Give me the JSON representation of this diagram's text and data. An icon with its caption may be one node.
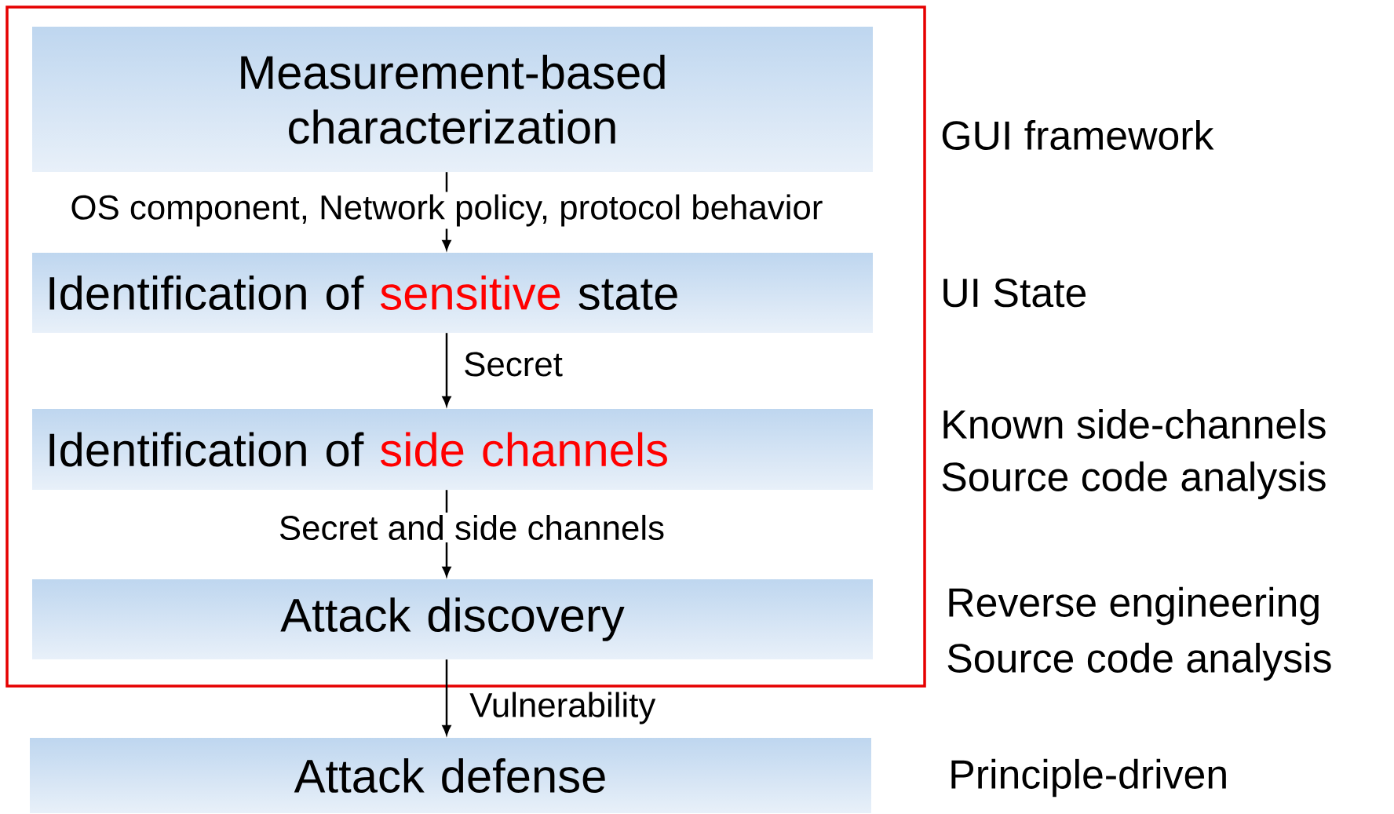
{
  "diagram": {
    "nodes": [
      {
        "text": [],
        "shape": "box"
      },
      {
        "text": [
          "Measurement-based characterization"
        ],
        "in": 0
      },
      {
        "text": [
          "Identification of",
          "sensitive",
          "state"
        ],
        "in": 0
      },
      {
        "text": [
          "Identification of",
          "side channels"
        ],
        "in": 0
      },
      {
        "text": [
          "Attack discovery"
        ],
        "in": 0
      },
      {
        "text": [
          "Attack defense"
        ]
      }
    ],
    "edges": [
      {
        "from": 1,
        "to": 2,
        "arrow": "to",
        "label": "OS component, Network policy, protocol behavior"
      },
      {
        "from": 2,
        "to": 3,
        "arrow": "to",
        "label": "Secret"
      },
      {
        "from": 3,
        "to": 4,
        "arrow": "to",
        "label": "Secret and side channels"
      },
      {
        "from": 4,
        "to": 5,
        "arrow": "to",
        "label": "Vulnerability"
      }
    ],
    "labels": [
      "GUI framework",
      "UI State",
      "Known side-channels",
      "Source code analysis",
      "Reverse engineering",
      "Source code analysis",
      "Principle-driven"
    ]
  }
}
